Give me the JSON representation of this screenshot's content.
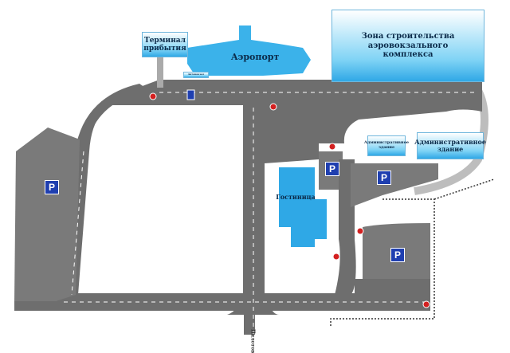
{
  "labels": {
    "arrival_terminal": "Терминал прибытия",
    "airport": "Аэропорт",
    "construction_zone": "Зона строительства аэровокзального комплекса",
    "admin_small": "Административное здание",
    "admin_large": "Административное здание",
    "hotel": "Гостиница",
    "bus_station": "Автовокзал",
    "street": "Пилотов"
  },
  "parking_label": "P",
  "icons": [
    "no-entry-sign-icon",
    "bus-stop-icon",
    "parking-icon"
  ],
  "colors": {
    "road": "#6e6e6e",
    "parking": "#7a7a7a",
    "building": "#2fa8e6",
    "parking_sign": "#1f3fb0",
    "no_entry": "#d32020"
  }
}
